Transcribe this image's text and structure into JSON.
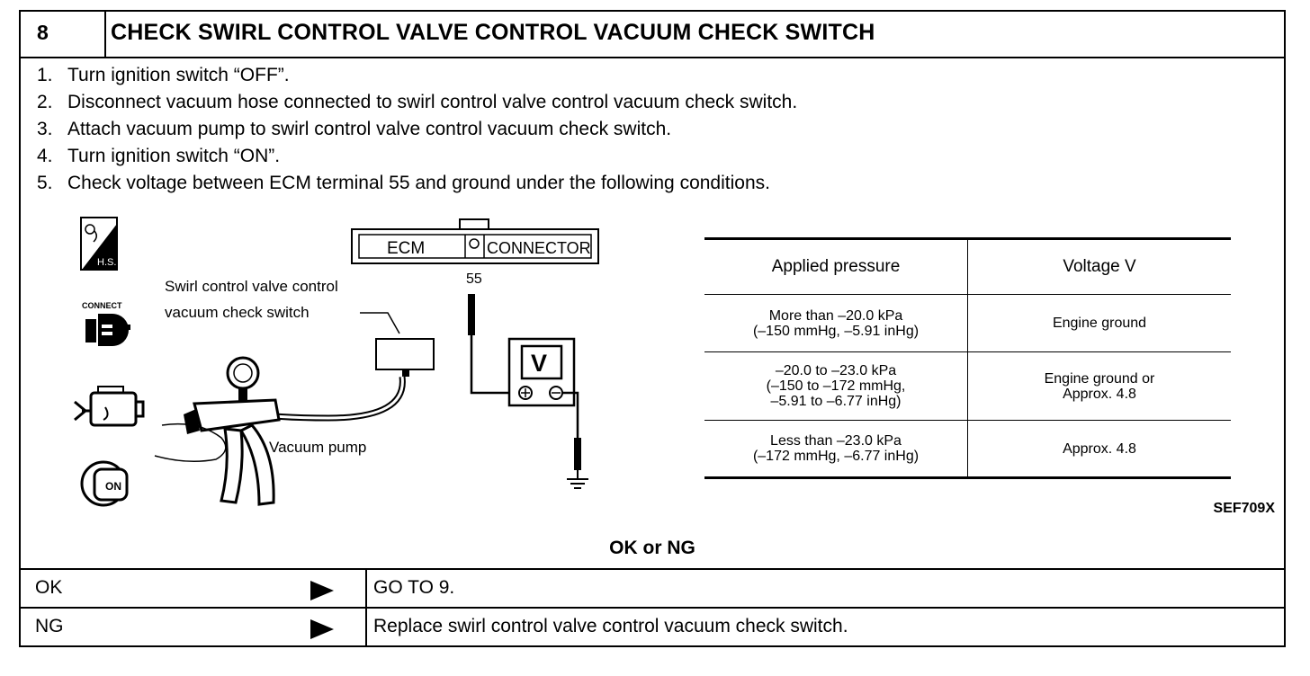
{
  "header": {
    "step_number": "8",
    "title": "CHECK SWIRL CONTROL VALVE CONTROL VACUUM CHECK SWITCH"
  },
  "steps": [
    {
      "num": "1.",
      "text": "Turn ignition switch “OFF”."
    },
    {
      "num": "2.",
      "text": "Disconnect vacuum hose connected to swirl control valve control vacuum check switch."
    },
    {
      "num": "3.",
      "text": "Attach vacuum pump to swirl control valve control vacuum check switch."
    },
    {
      "num": "4.",
      "text": "Turn ignition switch “ON”."
    },
    {
      "num": "5.",
      "text": "Check voltage between ECM terminal 55 and ground under the following conditions."
    }
  ],
  "side_icons": [
    {
      "name": "hot-stall-icon",
      "text": "H.S."
    },
    {
      "name": "connect-icon",
      "text": "CONNECT"
    },
    {
      "name": "engine-icon"
    },
    {
      "name": "ignition-key-on-icon",
      "text": "ON"
    }
  ],
  "diagram": {
    "ecm_label": "ECM",
    "connector_label": "CONNECTOR",
    "terminal": "55",
    "switch_label_line1": "Swirl control valve control",
    "switch_label_line2": "vacuum check switch",
    "pump_label": "Vacuum pump",
    "meter_symbol": "V"
  },
  "table": {
    "headers": [
      "Applied pressure",
      "Voltage V"
    ],
    "rows": [
      {
        "pressure": [
          "More than –20.0 kPa",
          "(–150 mmHg, –5.91 inHg)"
        ],
        "voltage": [
          "Engine ground"
        ]
      },
      {
        "pressure": [
          "–20.0 to –23.0 kPa",
          "(–150 to –172 mmHg,",
          "–5.91 to –6.77 inHg)"
        ],
        "voltage": [
          "Engine ground or",
          "Approx. 4.8"
        ]
      },
      {
        "pressure": [
          "Less than –23.0 kPa",
          "(–172 mmHg, –6.77 inHg)"
        ],
        "voltage": [
          "Approx. 4.8"
        ]
      }
    ]
  },
  "figure_code": "SEF709X",
  "result_title": "OK or NG",
  "results": [
    {
      "key": "OK",
      "action": "GO TO 9."
    },
    {
      "key": "NG",
      "action": "Replace swirl control valve control vacuum check switch."
    }
  ]
}
